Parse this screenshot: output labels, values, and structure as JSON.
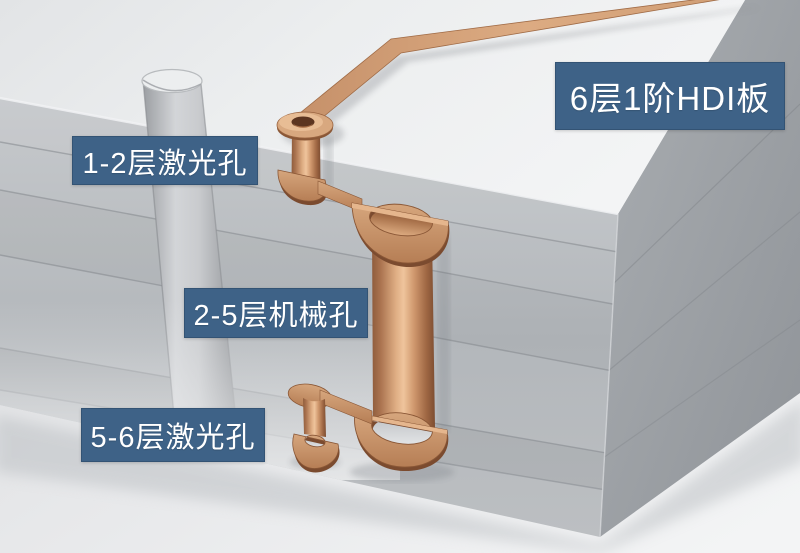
{
  "labels": {
    "board_type": "6层1阶HDI板",
    "laser_via_1_2": "1-2层激光孔",
    "mech_hole_2_5": "2-5层机械孔",
    "laser_via_5_6": "5-6层激光孔"
  },
  "colors": {
    "label_background": "#3e6287",
    "label_text": "#ffffff",
    "copper_light": "#eebf97",
    "copper_mid": "#c98f66",
    "copper_dark": "#8a5638",
    "board_top_face": "#eef0f1",
    "board_front_face": "#b9bcc0",
    "board_side_face": "#9aa0a5",
    "floor_background": "#e9eaec"
  }
}
